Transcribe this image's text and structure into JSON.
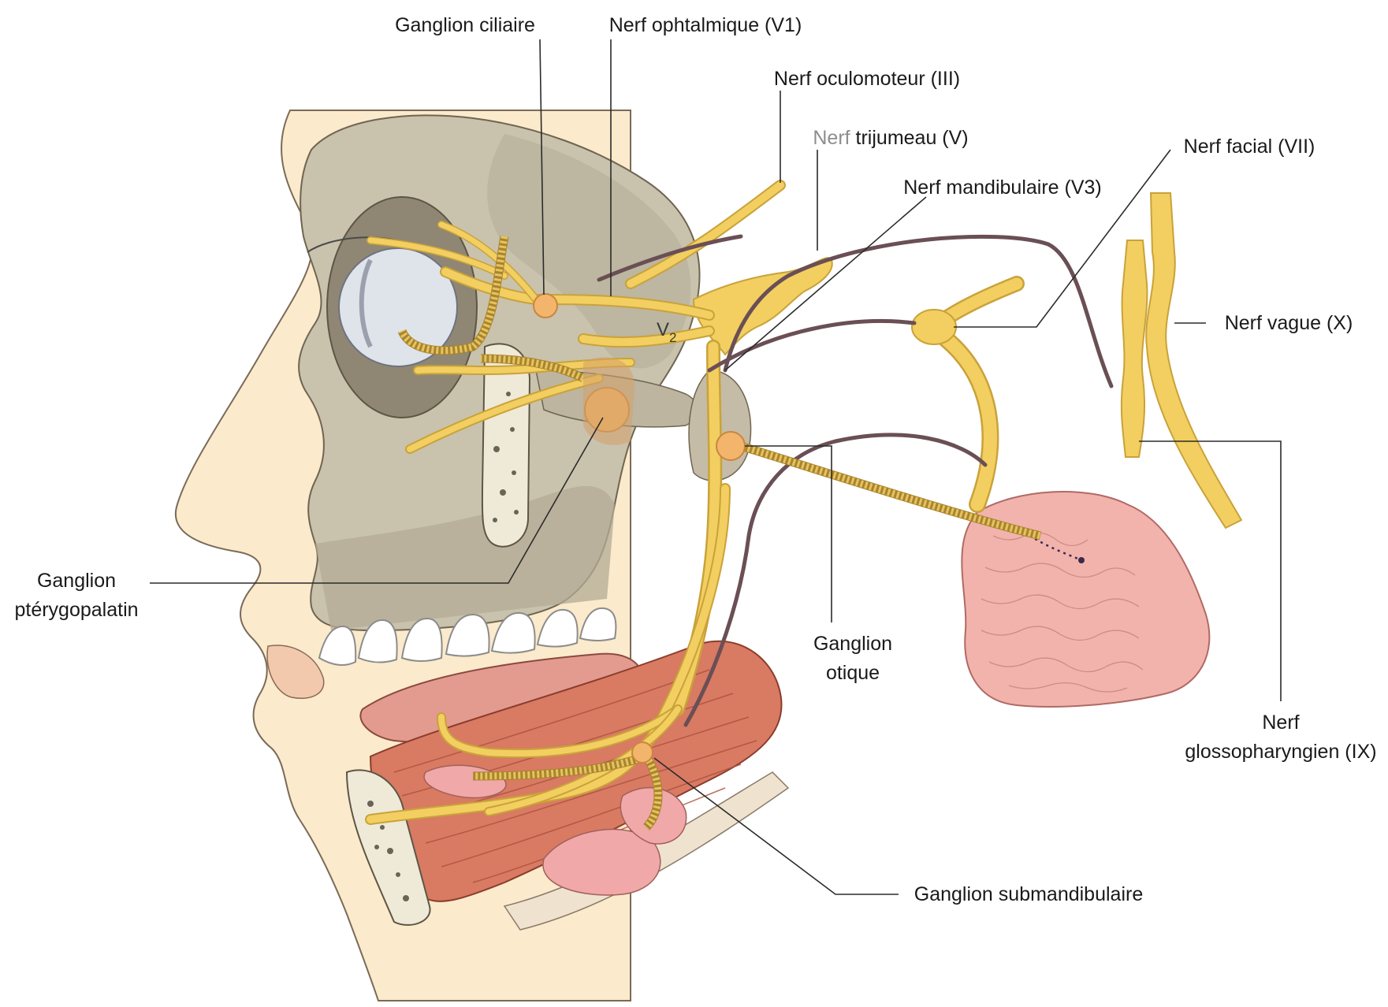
{
  "labels": {
    "ganglion_ciliaire": "Ganglion ciliaire",
    "nerf_ophtalmique": "Nerf ophtalmique (V1)",
    "nerf_oculomoteur": "Nerf oculomoteur (III)",
    "nerf_trijumeau_prefix": "Nerf",
    "nerf_trijumeau_rest": " trijumeau (V)",
    "nerf_mandibulaire": "Nerf mandibulaire (V3)",
    "nerf_facial": "Nerf facial (VII)",
    "nerf_vague": "Nerf vague (X)",
    "ganglion_pterygopalatin_1": "Ganglion",
    "ganglion_pterygopalatin_2": "ptérygopalatin",
    "ganglion_otique_1": "Ganglion",
    "ganglion_otique_2": "otique",
    "nerf_glosso_1": "Nerf",
    "nerf_glosso_2": "glossopharyngien (IX)",
    "ganglion_submandibulaire": "Ganglion submandibulaire",
    "v2_label": "V",
    "v2_sub": "2"
  },
  "colors": {
    "nerve": "#f2cf60",
    "nerve_edge": "#c9a23a",
    "ganglion": "#f2b56b",
    "skull": "#c9c2ad",
    "skin": "#fbeacb",
    "muscle": "#d97a63",
    "gland": "#f0a8a8",
    "teeth": "#ffffff"
  }
}
